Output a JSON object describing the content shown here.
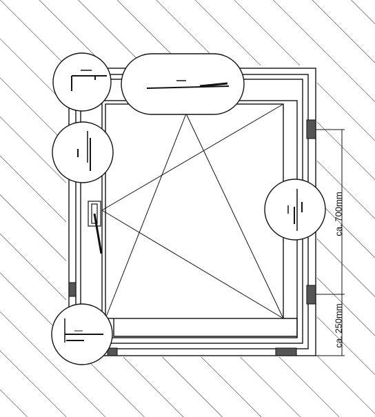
{
  "diagram": {
    "dimensions": {
      "upper_height": "ca. 700mm",
      "lower_height": "ca. 250mm"
    },
    "detail_callouts": [
      "top-left-corner",
      "top-center-hinge",
      "left-hinge",
      "right-lock",
      "bottom-left-corner"
    ],
    "opening_type": "turn-tilt",
    "colors": {
      "line": "#111111",
      "hatch": "#222222",
      "block": "#555555",
      "background": "#ffffff"
    }
  }
}
